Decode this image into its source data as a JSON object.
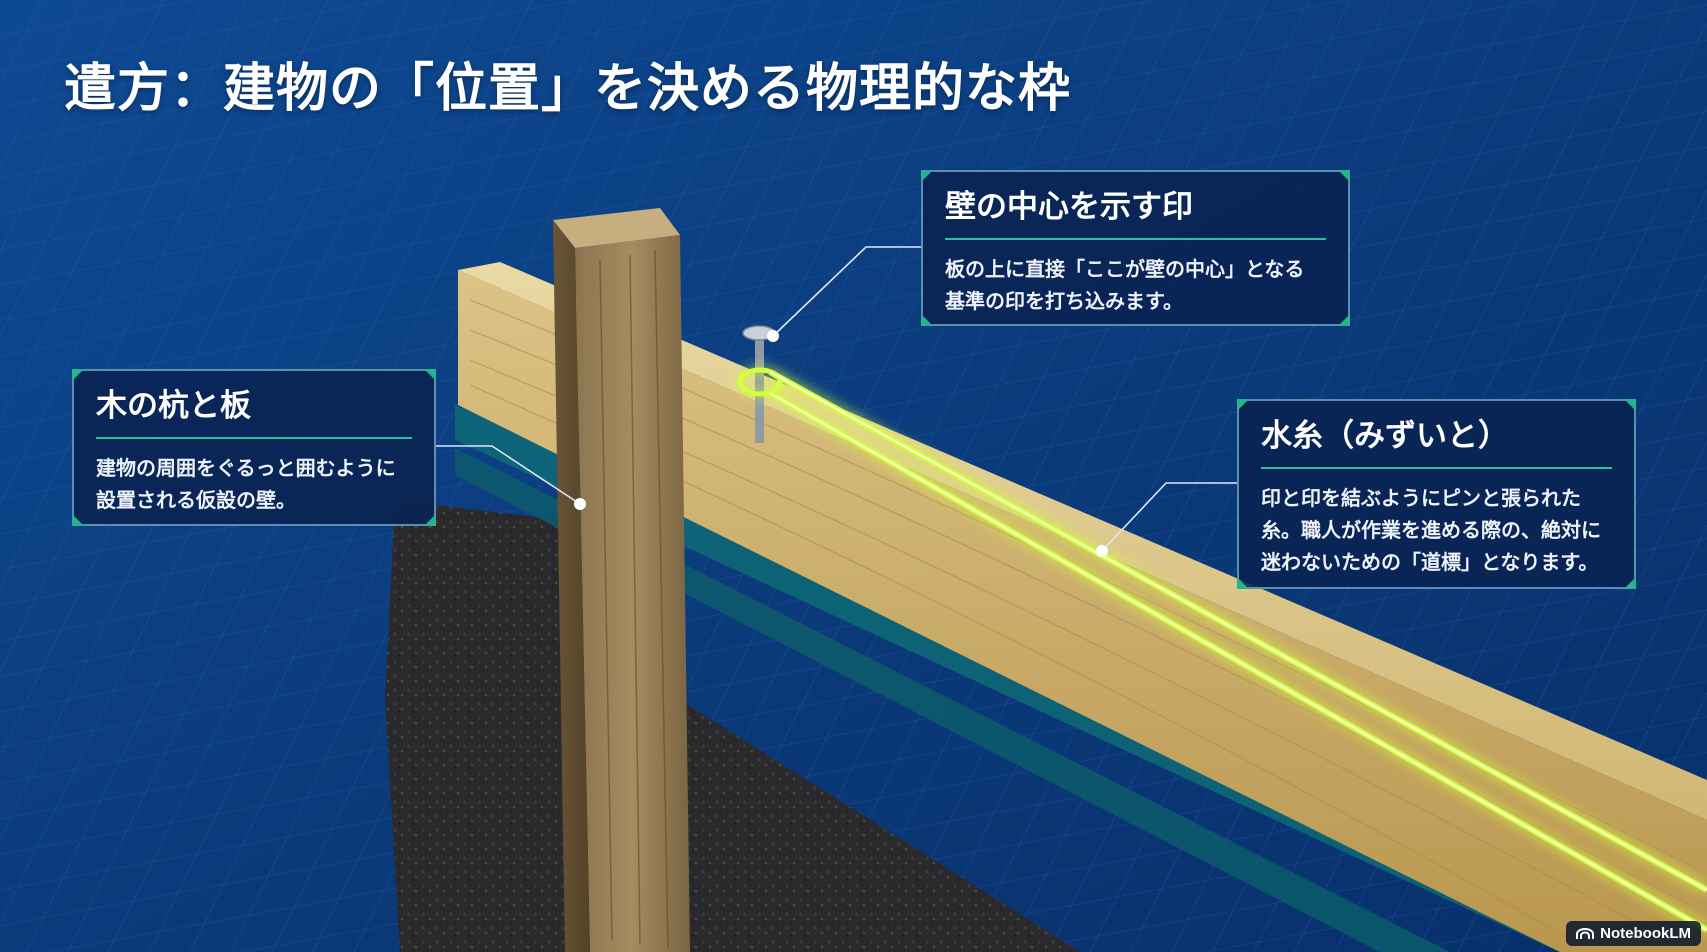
{
  "title": "遣方：建物の「位置」を決める物理的な枠",
  "callouts": {
    "stake": {
      "title": "木の杭と板",
      "body": "建物の周囲をぐるっと囲むように\n設置される仮設の壁。"
    },
    "nail": {
      "title": "壁の中心を示す印",
      "body": "板の上に直接「ここが壁の中心」となる\n基準の印を打ち込みます。"
    },
    "string": {
      "title": "水糸（みずいと）",
      "body": "印と印を結ぶようにピンと張られた\n糸。職人が作業を進める際の、絶対に\n迷わないための「道標」となります。"
    }
  },
  "brand": {
    "label": "NotebookLM",
    "icon": "notebooklm-logo-icon"
  },
  "colors": {
    "background": "#0b3a7a",
    "grid": "#2d6bb5",
    "callout_bg": "#0a2454",
    "callout_border": "#5a8fb0",
    "accent": "#2fbf9f",
    "string_glow": "#d4ff3a",
    "wood": "#c9ad6e"
  }
}
